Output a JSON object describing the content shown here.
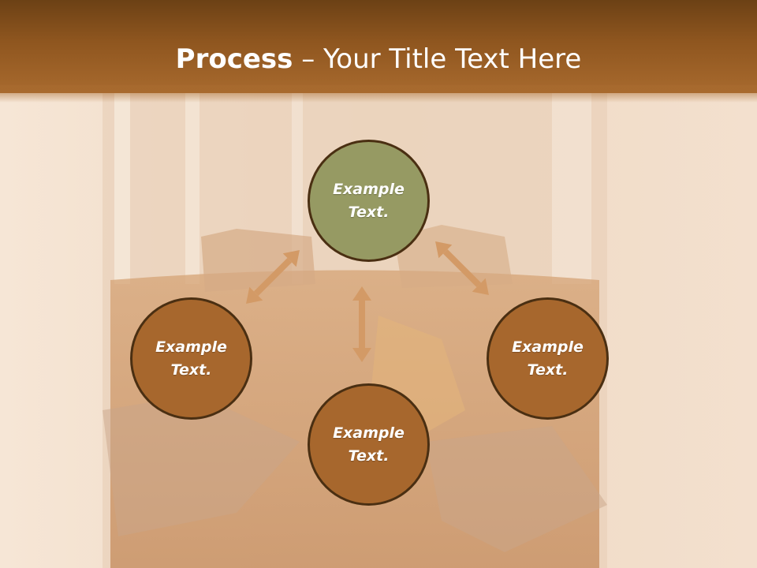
{
  "title": {
    "bold": "Process",
    "separator": " – ",
    "rest": "Your Title Text Here"
  },
  "colors": {
    "header_dark": "#6c4115",
    "header_light": "#a86a2e",
    "node_top": "#969a63",
    "node_other": "#a7672d",
    "node_border": "#4a2f12",
    "arrow": "#d39a66"
  },
  "nodes": [
    {
      "label": "Example\nText.",
      "position": "top"
    },
    {
      "label": "Example\nText.",
      "position": "left"
    },
    {
      "label": "Example\nText.",
      "position": "right"
    },
    {
      "label": "Example\nText.",
      "position": "bottom"
    }
  ]
}
